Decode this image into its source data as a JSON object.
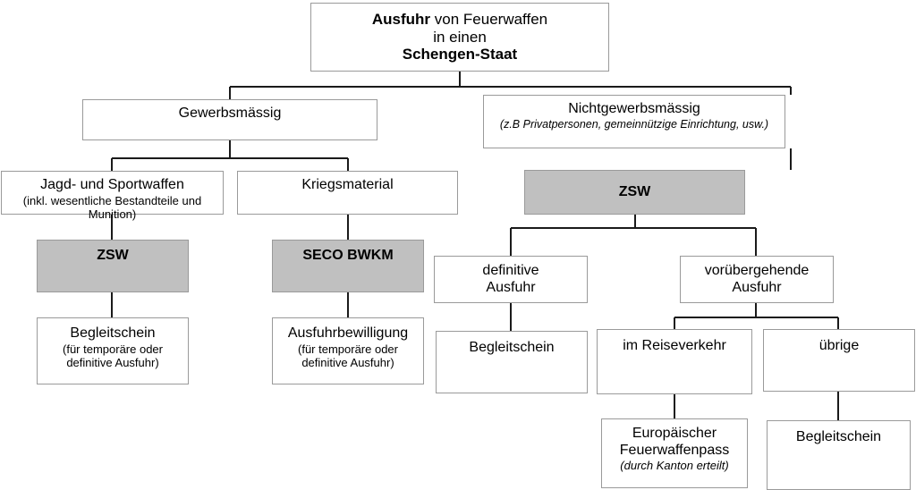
{
  "diagram": {
    "title": "Ausfuhr von Feuerwaffen in einen Schengen-Staat",
    "colors": {
      "shaded_fill": "#c0c0c0",
      "box_border": "#9a9a9a",
      "connector": "#1a1a1a",
      "background": "#ffffff",
      "text": "#000000"
    },
    "nodes": {
      "root": {
        "line1_bold": "Ausfuhr",
        "line1_rest": " von Feuerwaffen",
        "line2": "in einen",
        "line3_bold": "Schengen-Staat"
      },
      "gewerbsmaessig": {
        "title": "Gewerbsmässig"
      },
      "nichtgewerbsmaessig": {
        "title": "Nichtgewerbsmässig",
        "subtitle": "(z.B Privatpersonen, gemeinnützige Einrichtung, usw.)"
      },
      "jagd_sportwaffen": {
        "title": "Jagd- und Sportwaffen",
        "subtitle": "(inkl. wesentliche Bestandteile und Munition)"
      },
      "kriegsmaterial": {
        "title": "Kriegsmaterial"
      },
      "zsw_nichtgewerblich": {
        "title": "ZSW"
      },
      "zsw_jagd": {
        "title": "ZSW"
      },
      "seco_bwkm": {
        "title": "SECO BWKM"
      },
      "begleitschein_jagd": {
        "title": "Begleitschein",
        "sub_line1": "(für temporäre oder",
        "sub_line2": "definitive Ausfuhr)"
      },
      "ausfuhrbewilligung": {
        "title": "Ausfuhrbewilligung",
        "sub_line1": "(für temporäre oder",
        "sub_line2": "definitive Ausfuhr)"
      },
      "definitive_ausfuhr": {
        "line1": "definitive",
        "line2": "Ausfuhr"
      },
      "voruebergehende_ausfuhr": {
        "line1": "vorübergehende",
        "line2": "Ausfuhr"
      },
      "begleitschein_definitiv": {
        "title": "Begleitschein"
      },
      "im_reiseverkehr": {
        "title": "im Reiseverkehr"
      },
      "uebrige": {
        "title": "übrige"
      },
      "europaeischer_feuerwaffenpass": {
        "line1": "Europäischer",
        "line2": "Feuerwaffenpass",
        "sub_italic": "(durch Kanton erteilt)"
      },
      "begleitschein_uebrige": {
        "title": "Begleitschein"
      }
    }
  }
}
